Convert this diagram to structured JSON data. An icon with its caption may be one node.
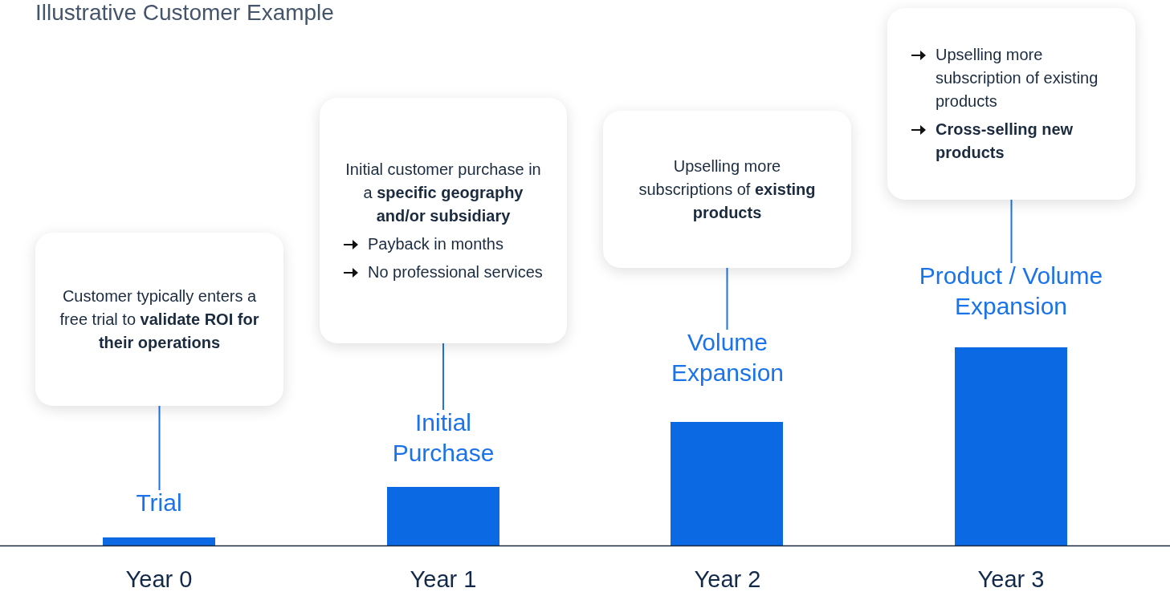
{
  "diagram": {
    "title": "Illustrative Customer Example",
    "nodes": [
      {
        "text": [
          "Customer typically enters a free trial to **validate ROI for their operations**"
        ]
      },
      {
        "text": [
          "Trial"
        ]
      },
      {
        "text": [
          "Initial customer purchase in a **specific geography and/or subsidiary**",
          "Payback in months",
          "No professional services"
        ]
      },
      {
        "text": [
          "Initial Purchase"
        ]
      },
      {
        "text": [
          "Upselling more subscriptions of **existing products**"
        ]
      },
      {
        "text": [
          "Volume Expansion"
        ]
      },
      {
        "text": [
          "Upselling more subscription of existing products",
          "Cross-selling new products"
        ]
      },
      {
        "text": [
          "Product / Volume Expansion"
        ]
      }
    ],
    "edges": [
      {
        "from": 0,
        "to": 1,
        "arrow": "none"
      },
      {
        "from": 2,
        "to": 3,
        "arrow": "none"
      },
      {
        "from": 4,
        "to": 5,
        "arrow": "none"
      },
      {
        "from": 6,
        "to": 7,
        "arrow": "none"
      }
    ],
    "labels": [
      "Year 0",
      "Year 1",
      "Year 2",
      "Year 3"
    ]
  }
}
